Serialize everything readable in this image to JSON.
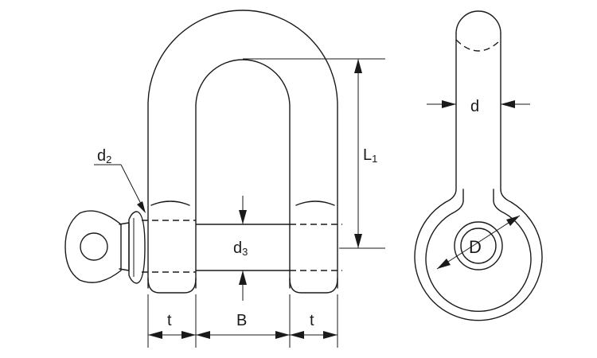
{
  "labels": {
    "d2": {
      "main": "d",
      "sub": "2"
    },
    "L1": {
      "main": "L",
      "sub": "1"
    },
    "d3": {
      "main": "d",
      "sub": "3"
    },
    "t_left": "t",
    "B": "B",
    "t_right": "t",
    "d": "d",
    "D": "D"
  }
}
